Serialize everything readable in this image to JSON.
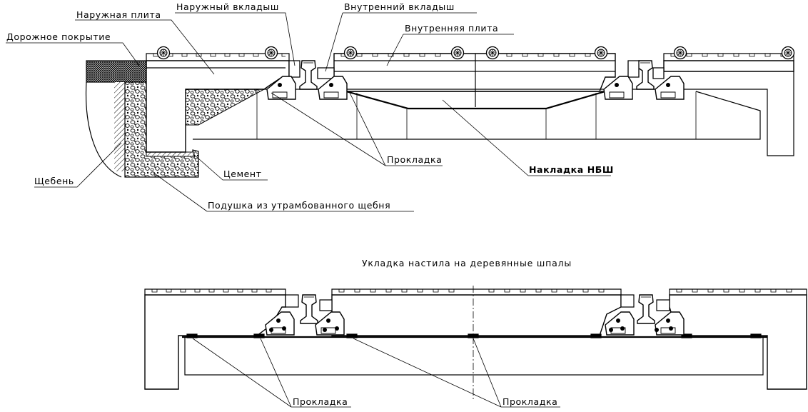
{
  "labels": {
    "outer_slab": "Наружная плита",
    "outer_insert": "Наружный вкладыш",
    "inner_insert": "Внутренний вкладыш",
    "road_surface": "Дорожное покрытие",
    "inner_slab": "Внутренняя плита",
    "gravel": "Щебень",
    "cement": "Цемент",
    "pad_top": "Прокладка",
    "nbsh_plate": "Накладка НБШ",
    "cushion": "Подушка из утрамбованного щебня",
    "pad_bottom_left": "Прокладка",
    "pad_bottom_right": "Прокладка"
  },
  "captions": {
    "wooden_sleepers": "Укладка настила на деревянные шпалы"
  },
  "colors": {
    "line": "#000000",
    "background": "#ffffff"
  }
}
